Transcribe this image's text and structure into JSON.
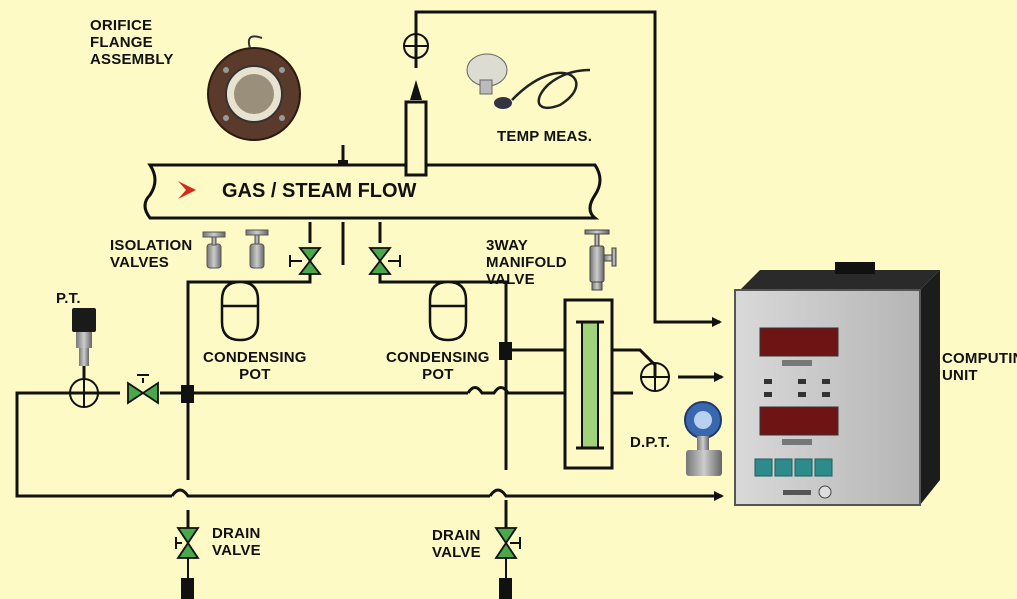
{
  "labels": {
    "orifice": "ORIFICE\nFLANGE\nASSEMBLY",
    "temp": "TEMP MEAS.",
    "flow": "GAS / STEAM FLOW",
    "isolation": "ISOLATION\nVALVES",
    "manifold": "3WAY\nMANIFOLD\nVALVE",
    "pt": "P.T.",
    "condensing_left": "CONDENSING\nPOT",
    "condensing_right": "CONDENSING\nPOT",
    "computing": "COMPUTING\nUNIT",
    "dpt": "D.P.T.",
    "drain_left": "DRAIN\nVALVE",
    "drain_right": "DRAIN\nVALVE"
  },
  "colors": {
    "background": "#fefac6",
    "valve": "#4aa84a",
    "arrow": "#d32a1a",
    "line": "#111111"
  }
}
